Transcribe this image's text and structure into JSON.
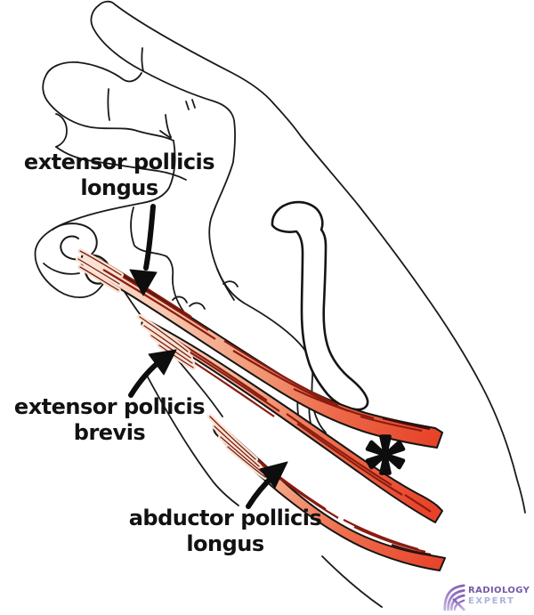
{
  "diagram": {
    "labels": {
      "epl": {
        "line1": "extensor pollicis",
        "line2": "longus"
      },
      "epb": {
        "line1": "extensor pollicis",
        "line2": "brevis"
      },
      "apl": {
        "line1": "abductor pollicis",
        "line2": "longus"
      }
    },
    "marker": {
      "symbol": "✱"
    },
    "icons": {
      "marker": "asterisk-icon",
      "logo": "radiology-expert-logo-icon"
    },
    "colors": {
      "outline": "#1a1a1a",
      "tendon_red": "#e84128",
      "tendon_light": "#fbe4d6",
      "fiber_line": "#8a1c10",
      "label_text": "#121212",
      "logo_purple": "#6a4ba0",
      "logo_light": "#a3aede"
    }
  },
  "logo": {
    "brand_top": "RADIOLOGY",
    "brand_bottom": "EXPERT"
  }
}
